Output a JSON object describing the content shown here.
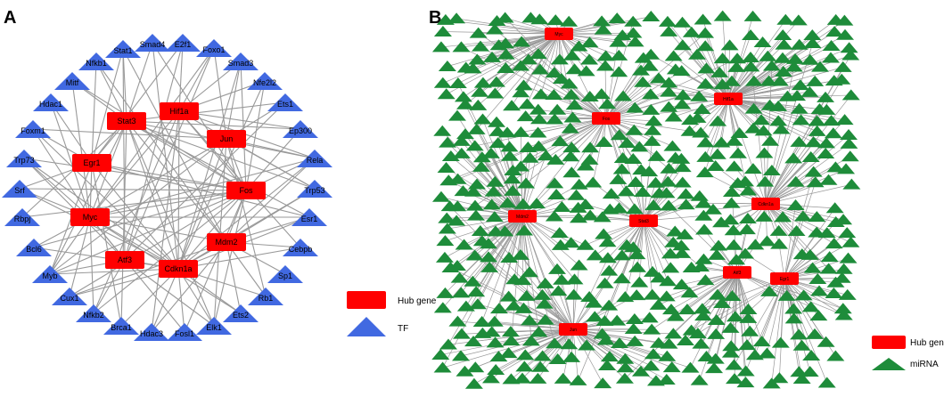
{
  "colors": {
    "hub": "#ff0000",
    "tf": "#4169e1",
    "mirna": "#1e8c3a",
    "edge": "#999999"
  },
  "panelA": {
    "label": "A",
    "hubs": [
      "Stat3",
      "Hif1a",
      "Jun",
      "Egr1",
      "Fos",
      "Myc",
      "Mdm2",
      "Atf3",
      "Cdkn1a"
    ],
    "tfs": [
      "Stat1",
      "Smad4",
      "E2f1",
      "Foxo1",
      "Nfkb1",
      "Smad3",
      "Mitf",
      "Nfe2l2",
      "Hdac1",
      "Ets1",
      "Foxm1",
      "Ep300",
      "Trp73",
      "Rela",
      "Srf",
      "Trp53",
      "Rbpj",
      "Esr1",
      "Bcl6",
      "Cebpb",
      "Myb",
      "Sp1",
      "Cux1",
      "Rb1",
      "Nfkb2",
      "Ets2",
      "Brca1",
      "Elk1",
      "Hdac3",
      "Fosl1"
    ],
    "legend": {
      "hub": "Hub gene",
      "tf": "TF"
    }
  },
  "panelB": {
    "label": "B",
    "hubs": [
      "Myc",
      "Hif1a",
      "Fos",
      "Mdm2",
      "Stat3",
      "Cdkn1a",
      "Jun",
      "Atf3",
      "Egr1"
    ],
    "legend": {
      "hub": "Hub gene",
      "mirna": "miRNA"
    }
  }
}
